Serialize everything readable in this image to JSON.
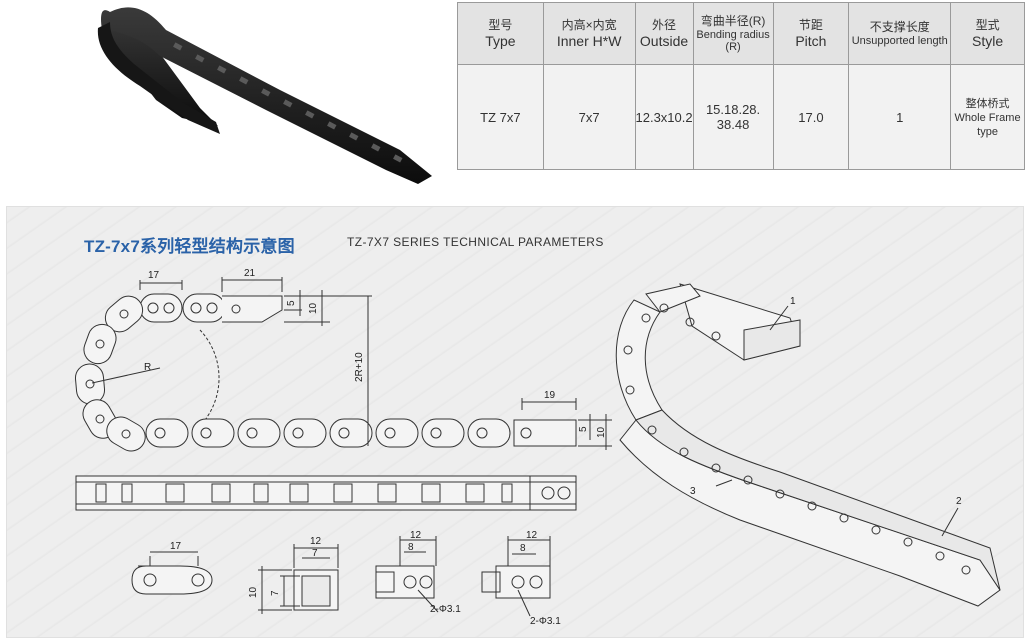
{
  "spec_table": {
    "headers": [
      {
        "zh": "型号",
        "en": "Type"
      },
      {
        "zh": "内高×内宽",
        "en": "Inner H*W"
      },
      {
        "zh": "外径",
        "en": "Outside"
      },
      {
        "zh": "弯曲半径(R)",
        "en": "Bending radius (R)"
      },
      {
        "zh": "节距",
        "en": "Pitch"
      },
      {
        "zh": "不支撑长度",
        "en": "Unsupported length"
      },
      {
        "zh": "型式",
        "en": "Style"
      }
    ],
    "row": {
      "type": "TZ  7x7",
      "inner": "7x7",
      "outside": "12.3x10.2",
      "radius_line1": "15.18.28.",
      "radius_line2": "38.48",
      "pitch": "17.0",
      "unsupported": "1",
      "style_zh": "整体桥式",
      "style_en_1": "Whole Frame",
      "style_en_2": "type"
    }
  },
  "panel": {
    "title": "TZ-7x7系列轻型结构示意图",
    "subtitle": "TZ-7X7 SERIES TECHNICAL PARAMETERS"
  },
  "dimensions": {
    "top_pitch": "17",
    "end_length": "21",
    "top_h_small": "5",
    "top_h_large": "10",
    "height_2r": "2R+10",
    "radius": "R",
    "right_length": "19",
    "right_h_small": "5",
    "right_h_large": "10",
    "link_pitch": "17",
    "section_width": "12",
    "section_inner_w": "7",
    "section_inner_h": "7",
    "section_outer_h": "10",
    "hole_outer": "12",
    "hole_inner": "8",
    "hole_note_1": "2-Φ3.1",
    "hole_note_2": "2-Φ3.1"
  },
  "callouts": [
    "1",
    "2",
    "3"
  ],
  "colors": {
    "title_blue": "#2a62a8",
    "line": "#333333",
    "chain_black": "#1a1a1a"
  }
}
